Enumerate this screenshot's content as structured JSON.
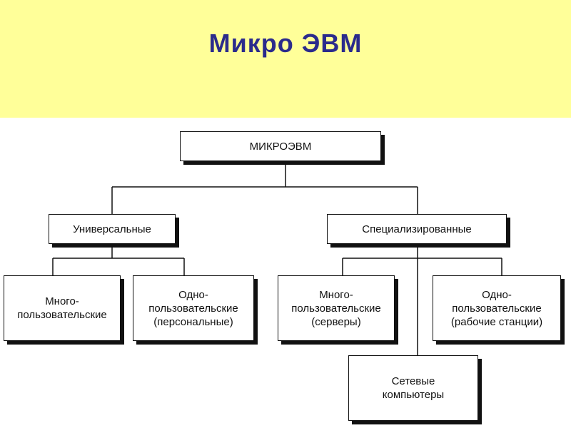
{
  "header": {
    "title": "Микро ЭВМ"
  },
  "diagram": {
    "root": "МИКРОЭВМ",
    "universal": "Универсальные",
    "specialized": "Специализированные",
    "uni_multi": "Много-\nпользовательские",
    "uni_single": "Одно-\nпользовательские\n(персональные)",
    "spec_multi": "Много-\nпользовательские\n(серверы)",
    "spec_single": "Одно-\nпользовательские\n(рабочие станции)",
    "network": "Сетевые\nкомпьютеры"
  },
  "colors": {
    "header_bg": "#ffff99",
    "title": "#2b2b8c",
    "lines": "#111111"
  }
}
